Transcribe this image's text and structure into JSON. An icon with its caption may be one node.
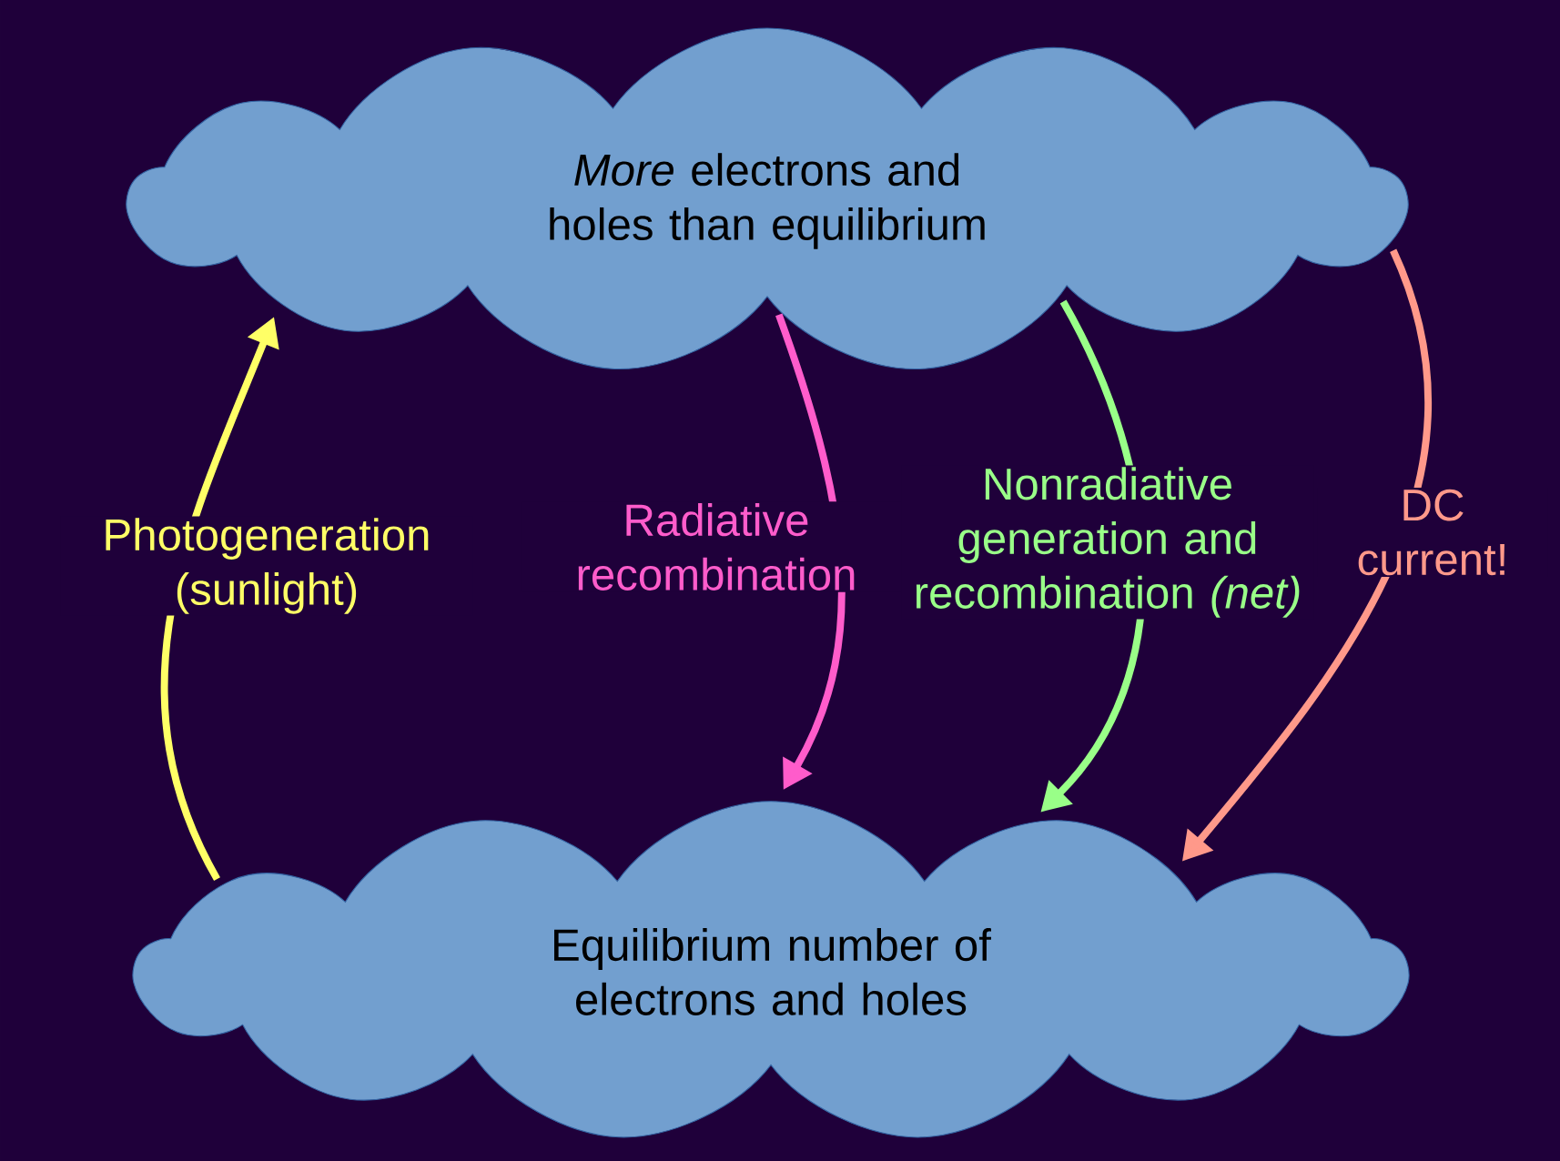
{
  "diagram": {
    "nodes": [
      {
        "text": [
          "*More* electrons and holes than equilibrium"
        ]
      },
      {
        "text": [
          "Equilibrium number of electrons and holes"
        ]
      }
    ],
    "edges": [
      {
        "from": 1,
        "to": 0,
        "arrow": "to",
        "label": "Photogeneration (sunlight)",
        "color": "#ffff66"
      },
      {
        "from": 0,
        "to": 1,
        "arrow": "to",
        "label": "Radiative recombination",
        "color": "#ff5ccb"
      },
      {
        "from": 0,
        "to": 1,
        "arrow": "to",
        "label": "Nonradiative generation and recombination *(net)*",
        "color": "#99ff88"
      },
      {
        "from": 0,
        "to": 1,
        "arrow": "to",
        "label": "DC current!",
        "color": "#ff998a"
      }
    ]
  }
}
